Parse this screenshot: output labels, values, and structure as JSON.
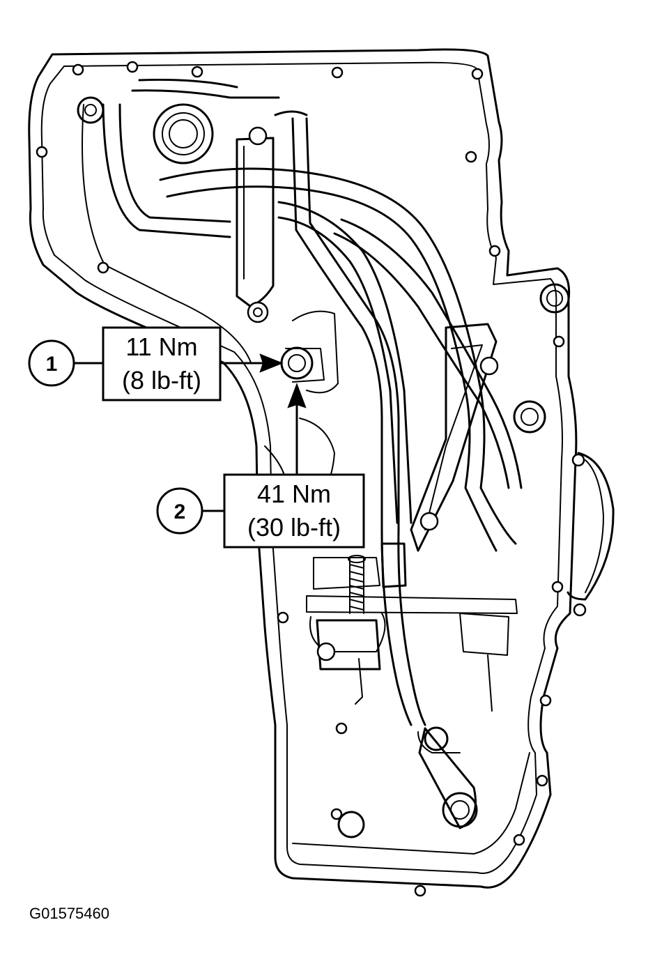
{
  "callouts": [
    {
      "number": "1",
      "torque_metric": "11 Nm",
      "torque_imperial": "(8 lb-ft)"
    },
    {
      "number": "2",
      "torque_metric": "41 Nm",
      "torque_imperial": "(30 lb-ft)"
    }
  ],
  "figure_ref": "G01575460"
}
